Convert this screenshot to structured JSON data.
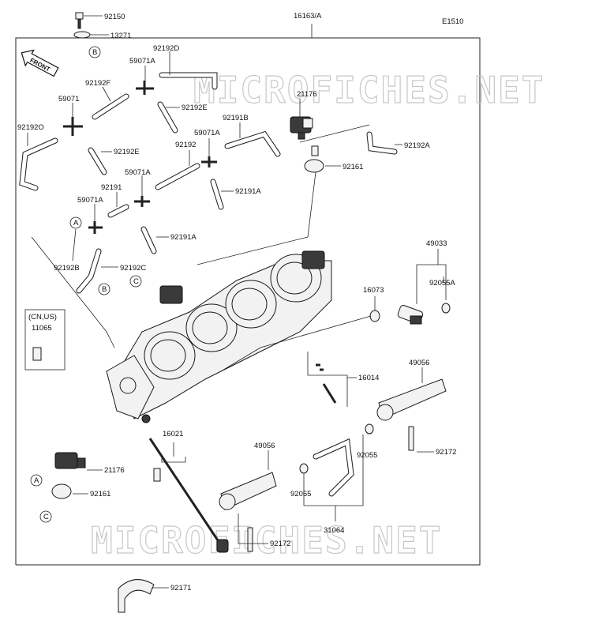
{
  "diagram_code": "E1510",
  "assembly_label": "16163/A",
  "front_label": "FRONT",
  "watermark": "MICROFICHES.NET",
  "region_note": [
    "(CN,US)",
    "11065"
  ],
  "callouts": {
    "A": "A",
    "B": "B",
    "C": "C"
  },
  "part_labels": [
    "92150",
    "13271",
    "92192D",
    "59071A",
    "92192F",
    "59071",
    "92192E",
    "21176",
    "92192O",
    "92192E",
    "59071A",
    "92191B",
    "92192A",
    "92161",
    "92192",
    "59071A",
    "92191A",
    "92191",
    "59071A",
    "92191A",
    "92192B",
    "92192C",
    "49033",
    "92055A",
    "16073",
    "16014",
    "49056",
    "16021",
    "49056",
    "92055",
    "92172",
    "92055",
    "21176",
    "92161",
    "31064",
    "92172",
    "92171"
  ]
}
